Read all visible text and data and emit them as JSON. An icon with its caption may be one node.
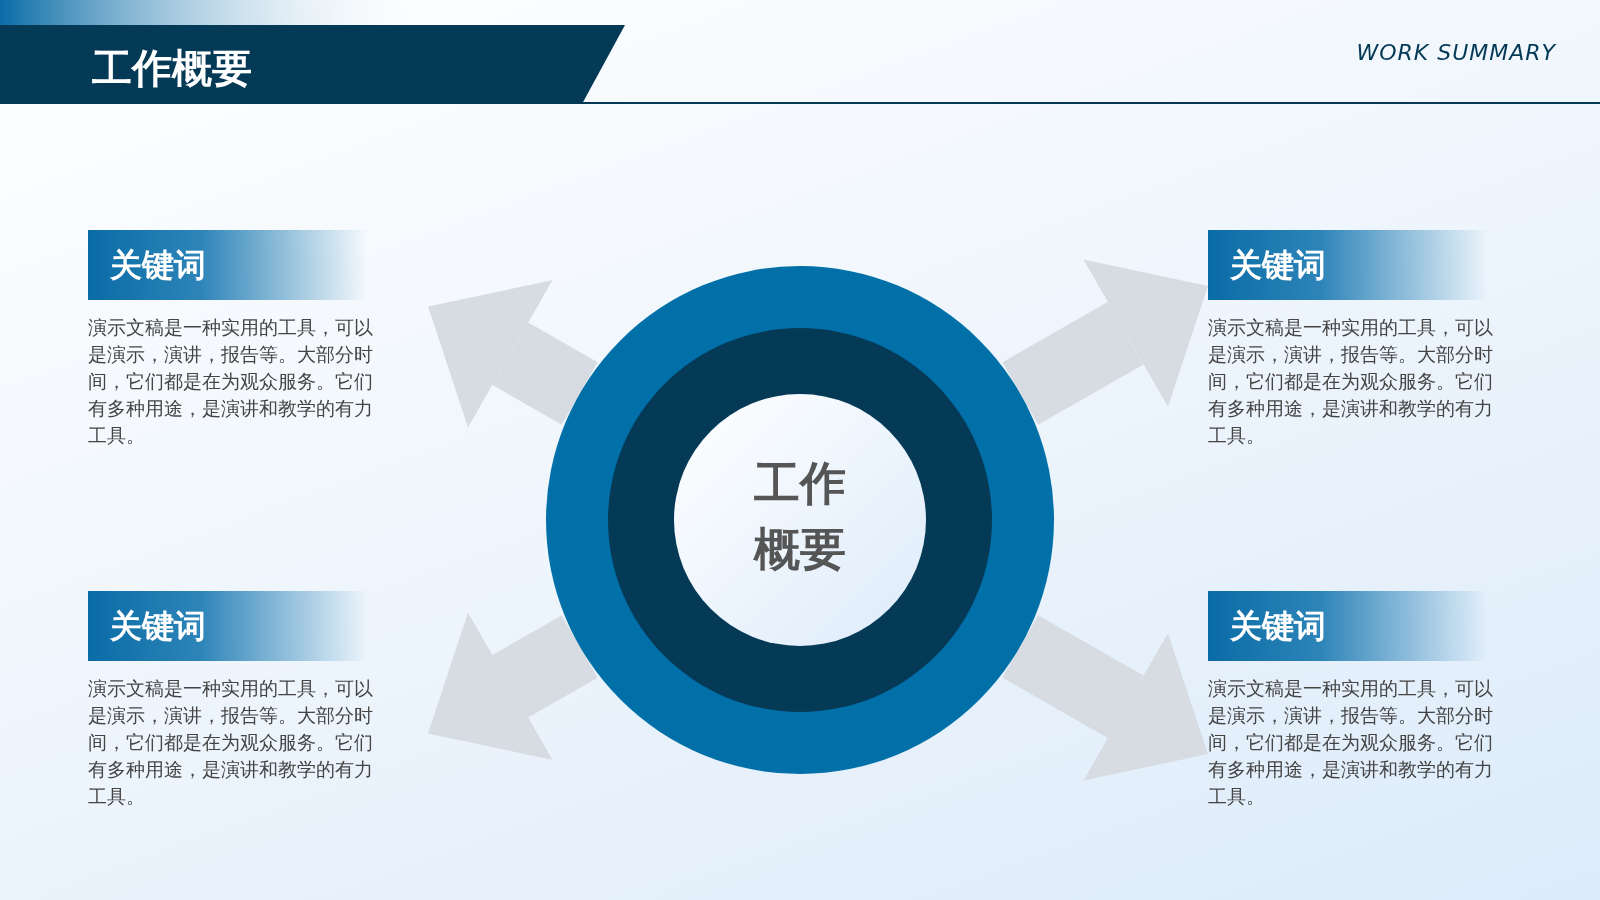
{
  "diagram": {
    "title": "工作概要",
    "nodes": [
      {
        "text": [
          "关键词",
          "演示文稿是一种实用的工具，可以是演示，演讲，报告等。大部分时间，它们都是在为观众服务。它们有多种用途，是演讲和教学的有力工具。"
        ]
      },
      {
        "text": [
          "关键词",
          "演示文稿是一种实用的工具，可以是演示，演讲，报告等。大部分时间，它们都是在为观众服务。它们有多种用途，是演讲和教学的有力工具。"
        ]
      },
      {
        "text": [
          "工作概要"
        ]
      },
      {
        "text": [
          "关键词",
          "演示文稿是一种实用的工具，可以是演示，演讲，报告等。大部分时间，它们都是在为观众服务。它们有多种用途，是演讲和教学的有力工具。"
        ]
      },
      {
        "text": [
          "关键词",
          "演示文稿是一种实用的工具，可以是演示，演讲，报告等。大部分时间，它们都是在为观众服务。它们有多种用途，是演讲和教学的有力工具。"
        ]
      }
    ],
    "edges": [
      {
        "from": 2,
        "to": 0,
        "arrow": "to"
      },
      {
        "from": 2,
        "to": 1,
        "arrow": "to"
      },
      {
        "from": 2,
        "to": 3,
        "arrow": "to"
      },
      {
        "from": 2,
        "to": 4,
        "arrow": "to"
      }
    ],
    "labels": [
      "WORK SUMMARY"
    ]
  }
}
